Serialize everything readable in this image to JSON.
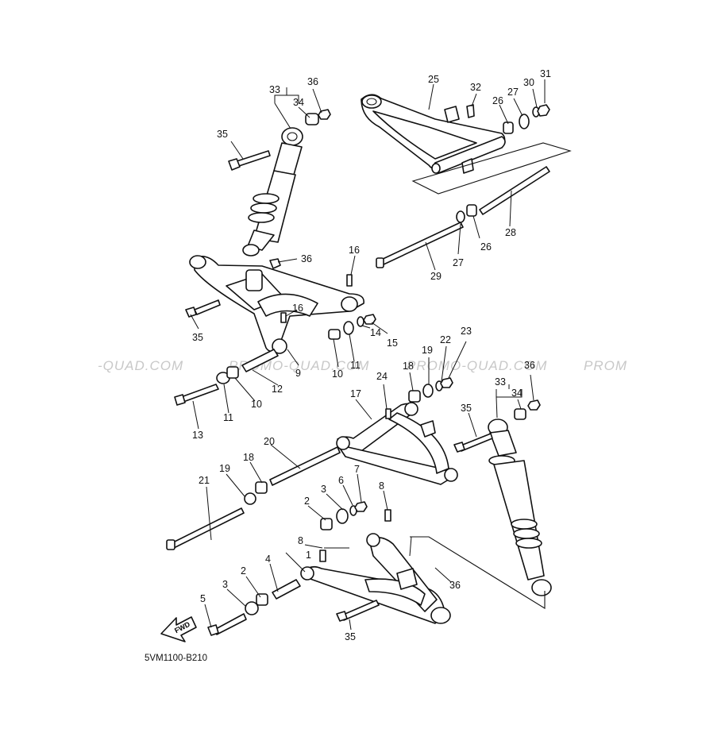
{
  "diagram": {
    "code": "5VM1100-B210",
    "fwd_label": "FWD",
    "watermarks": [
      "-QUAD.COM",
      "PROMO-QUAD.COM",
      "PROMO-QUAD.COM",
      "PROM"
    ],
    "callouts": [
      "1",
      "2",
      "2",
      "3",
      "3",
      "4",
      "5",
      "6",
      "7",
      "8",
      "8",
      "9",
      "10",
      "10",
      "11",
      "11",
      "12",
      "13",
      "14",
      "15",
      "16",
      "16",
      "17",
      "18",
      "18",
      "19",
      "19",
      "20",
      "21",
      "22",
      "23",
      "24",
      "25",
      "26",
      "26",
      "27",
      "27",
      "28",
      "29",
      "30",
      "31",
      "32",
      "33",
      "33",
      "34",
      "34",
      "35",
      "35",
      "35",
      "35",
      "36",
      "36",
      "36",
      "36"
    ]
  }
}
